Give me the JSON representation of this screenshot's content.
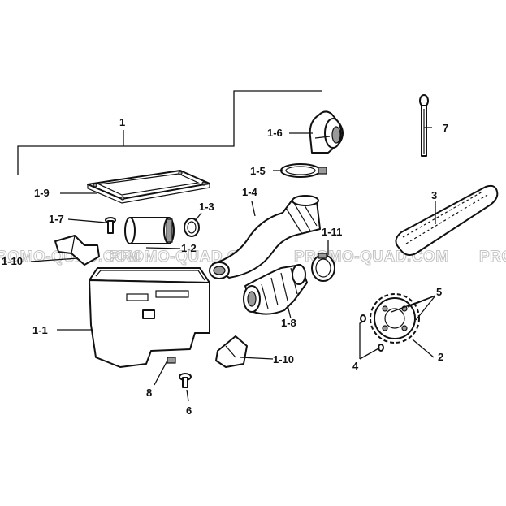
{
  "watermark": {
    "text_1": "PROMO-QUAD.COM",
    "text_2": "PROMO-QUAD.COM",
    "text_3": "PROMO-QUAD.COM",
    "text_4": "PROMO-QUAD.COM"
  },
  "labels": {
    "p1": "1",
    "p1_1": "1-1",
    "p1_2": "1-2",
    "p1_3": "1-3",
    "p1_4": "1-4",
    "p1_5": "1-5",
    "p1_6": "1-6",
    "p1_7": "1-7",
    "p1_8": "1-8",
    "p1_9": "1-9",
    "p1_10_left": "1-10",
    "p1_10_bottom": "1-10",
    "p1_11": "1-11",
    "p2": "2",
    "p3": "3",
    "p4": "4",
    "p5": "5",
    "p6": "6",
    "p7": "7",
    "p8": "8"
  }
}
